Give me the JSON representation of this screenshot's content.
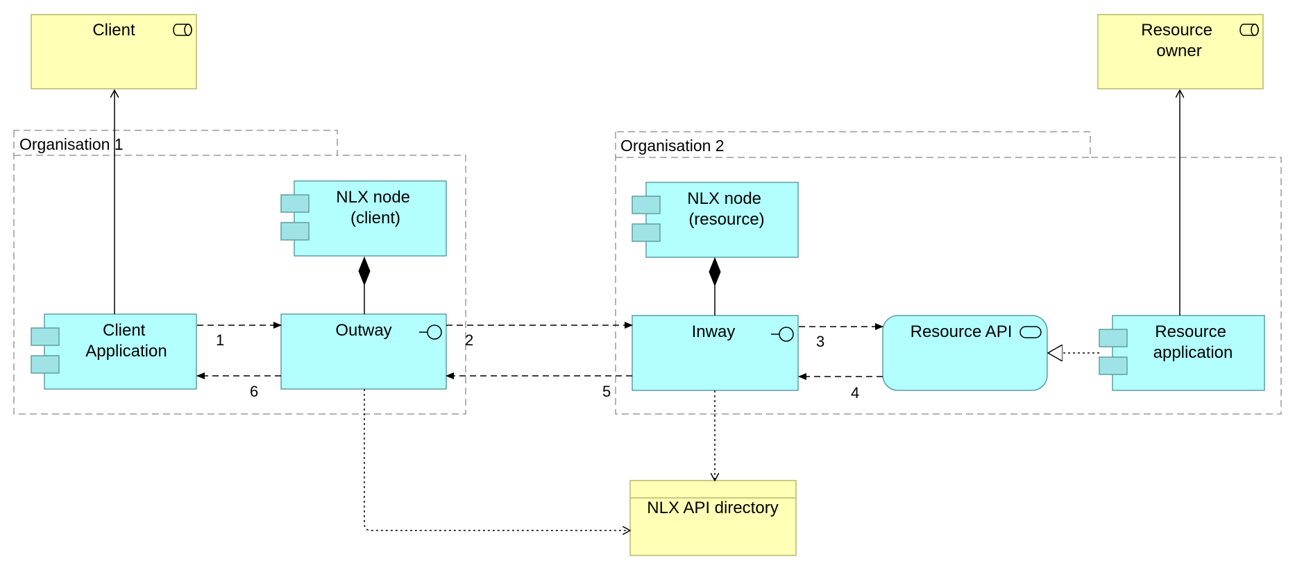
{
  "groups": [
    {
      "id": "org1",
      "label": "Organisation 1"
    },
    {
      "id": "org2",
      "label": "Organisation 2"
    }
  ],
  "actors": {
    "client": {
      "lines": [
        "Client"
      ]
    },
    "resource_owner": {
      "lines": [
        "Resource",
        "owner"
      ]
    }
  },
  "components": {
    "client_application": {
      "lines": [
        "Client",
        "Application"
      ]
    },
    "nlx_node_client": {
      "lines": [
        "NLX node",
        "(client)"
      ]
    },
    "outway": {
      "lines": [
        "Outway"
      ]
    },
    "nlx_node_resource": {
      "lines": [
        "NLX node",
        "(resource)"
      ]
    },
    "inway": {
      "lines": [
        "Inway"
      ]
    },
    "resource_api": {
      "lines": [
        "Resource API"
      ]
    },
    "resource_application": {
      "lines": [
        "Resource",
        "application"
      ]
    }
  },
  "data_objects": {
    "nlx_api_directory": {
      "lines": [
        "NLX API directory"
      ]
    }
  },
  "flow_steps": [
    "1",
    "2",
    "3",
    "4",
    "5",
    "6"
  ],
  "colors": {
    "component_fill": "#b3ffff",
    "component_stroke": "#5f9ea0",
    "actor_fill": "#ffffb5",
    "actor_stroke": "#b9b76b",
    "group_stroke": "#9a9a9a"
  }
}
